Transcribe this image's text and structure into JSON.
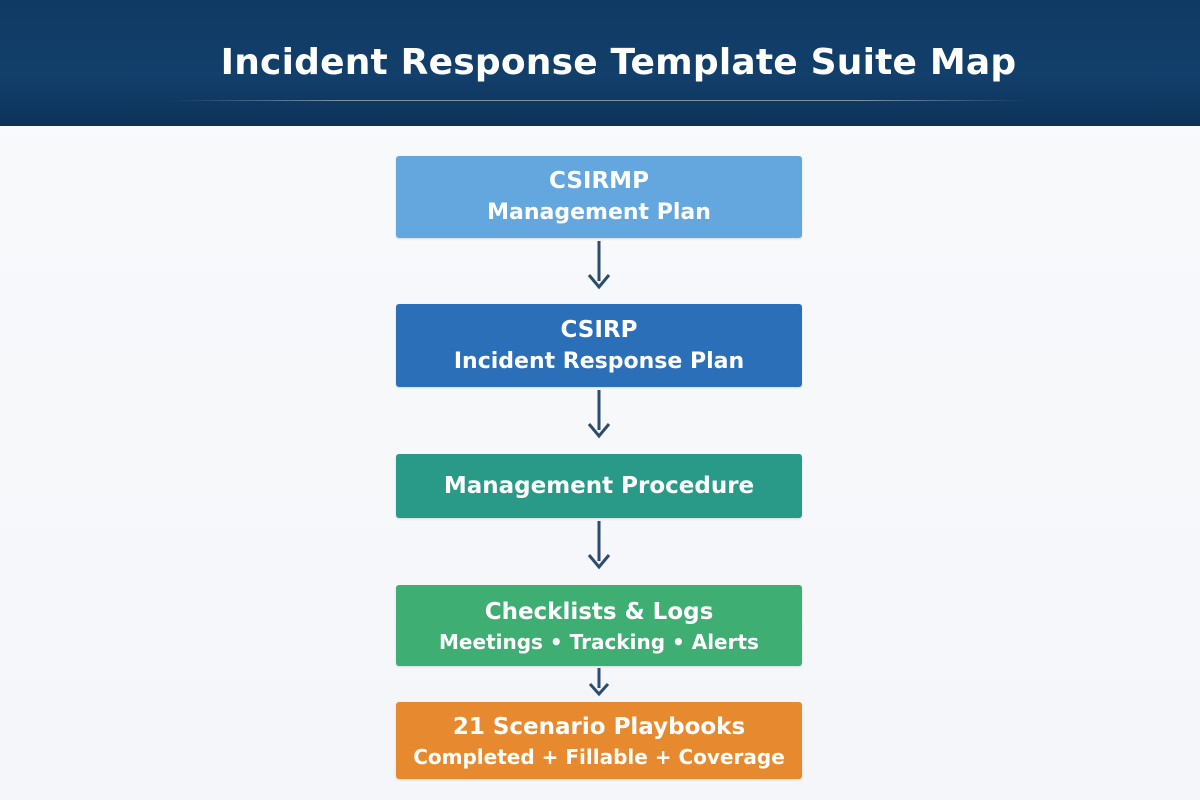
{
  "header": {
    "title": "Incident Response Template Suite Map"
  },
  "flow": {
    "csirmp": {
      "line1": "CSIRMP",
      "line2": "Management Plan"
    },
    "csirp": {
      "line1": "CSIRP",
      "line2": "Incident Response Plan"
    },
    "procedure": {
      "line1": "Management Procedure"
    },
    "checklists": {
      "line1": "Checklists & Logs",
      "line2": "Meetings • Tracking • Alerts"
    },
    "playbooks": {
      "line1": "21 Scenario Playbooks",
      "line2": "Completed + Fillable + Coverage"
    }
  },
  "colors": {
    "header_bg": "#0f3a63",
    "csirmp": "#64a7df",
    "csirp": "#2c6fb9",
    "procedure": "#2a9a88",
    "checklists": "#3fae73",
    "playbooks": "#e78a2f",
    "arrow": "#2b4d6f"
  }
}
